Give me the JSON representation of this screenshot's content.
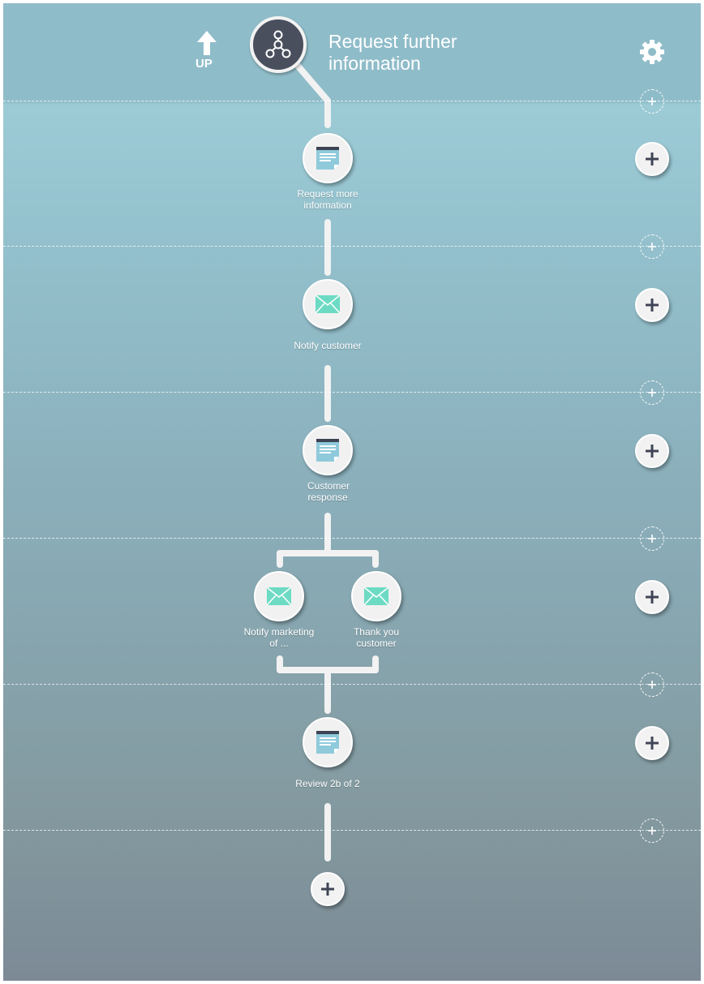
{
  "header": {
    "title_line1": "Request further",
    "title_line2": "information",
    "up_label": "UP",
    "icons": {
      "flow": "flow-branch-icon",
      "up": "up-arrow-icon",
      "settings": "gear-icon"
    }
  },
  "steps": [
    {
      "label": "Request more information",
      "type": "form",
      "icon": "form-icon"
    },
    {
      "label": "Notify customer",
      "type": "email",
      "icon": "envelope-icon"
    },
    {
      "label": "Customer response",
      "type": "form",
      "icon": "form-icon"
    },
    {
      "label": "Notify marketing of ...",
      "type": "email",
      "icon": "envelope-icon"
    },
    {
      "label": "Thank you customer",
      "type": "email",
      "icon": "envelope-icon"
    },
    {
      "label": "Review 2b of 2",
      "type": "form",
      "icon": "form-icon"
    }
  ],
  "colors": {
    "envelope": "#6ddbc4",
    "form_body": "#8fcadb",
    "form_header": "#3c4454",
    "head_circle": "#4a4f5e",
    "connector": "#f2f2f2"
  }
}
